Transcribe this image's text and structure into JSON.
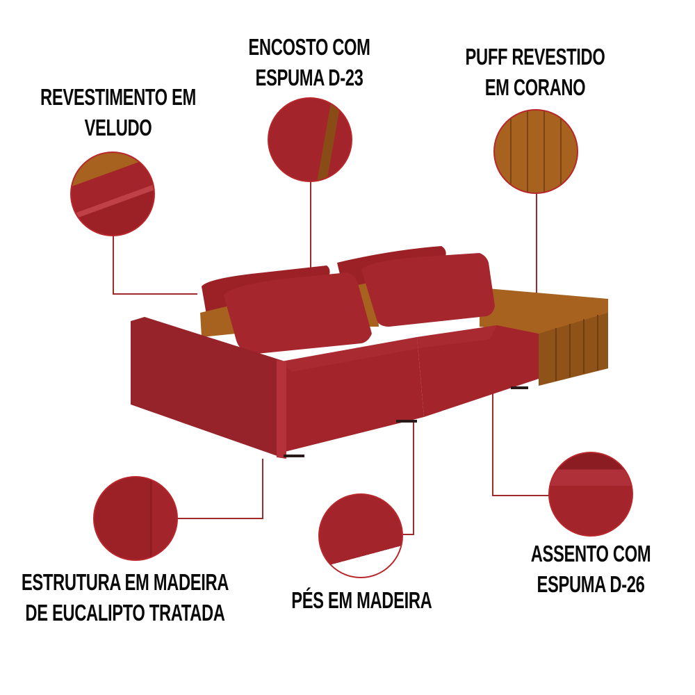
{
  "colors": {
    "velvet_red": "#a8242b",
    "velvet_dark": "#8a1c22",
    "corano_brown": "#a8621f",
    "corano_dark": "#8a4c17",
    "callout_line": "#9e2a2b",
    "text": "#0a0a0a"
  },
  "callouts": [
    {
      "id": "revestimento",
      "lines": [
        "REVESTIMENTO EM",
        "VELUDO"
      ]
    },
    {
      "id": "encosto",
      "lines": [
        "ENCOSTO COM",
        "ESPUMA D-23"
      ]
    },
    {
      "id": "puff",
      "lines": [
        "PUFF REVESTIDO",
        "EM CORANO"
      ]
    },
    {
      "id": "estrutura",
      "lines": [
        "ESTRUTURA EM MADEIRA",
        "DE EUCALIPTO TRATADA"
      ]
    },
    {
      "id": "pes",
      "lines": [
        "PÉS EM MADEIRA"
      ]
    },
    {
      "id": "assento",
      "lines": [
        "ASSENTO COM",
        "ESPUMA D-26"
      ]
    }
  ],
  "product": {
    "type": "sofa-modular-com-puff",
    "upholstery": "veludo vermelho",
    "puff": "corano caramelo"
  }
}
